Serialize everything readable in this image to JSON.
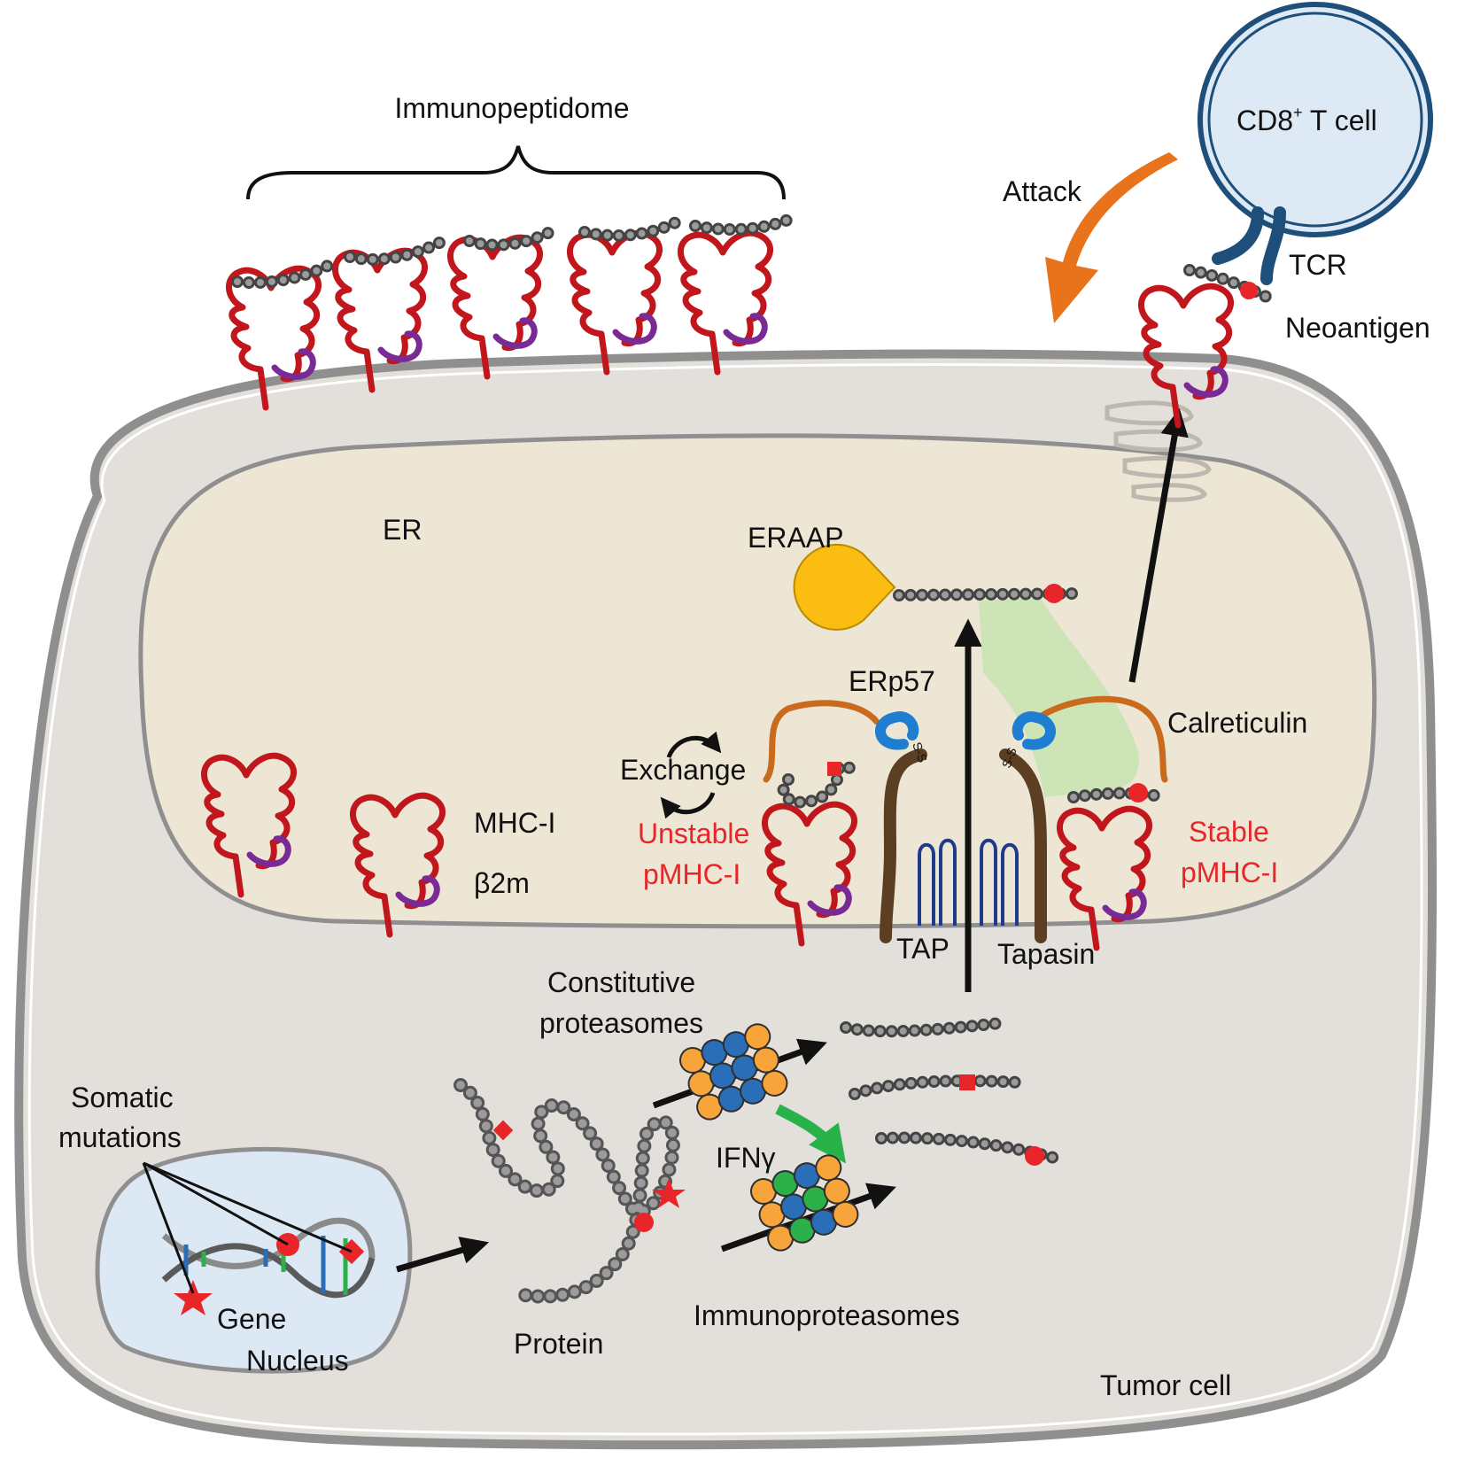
{
  "labels": {
    "immunopeptidome": "Immunopeptidome",
    "cd8_prefix": "CD8",
    "cd8_sup": "+",
    "cd8_suffix": " T cell",
    "attack": "Attack",
    "tcr": "TCR",
    "neoantigen": "Neoantigen",
    "er": "ER",
    "eraap": "ERAAP",
    "erp57": "ERp57",
    "calreticulin": "Calreticulin",
    "exchange": "Exchange",
    "unstable_1": "Unstable",
    "unstable_2": "pMHC-I",
    "stable_1": "Stable",
    "stable_2": "pMHC-I",
    "mhc_i": "MHC-I",
    "b2m": "β2m",
    "tap": "TAP",
    "tapasin": "Tapasin",
    "constitutive_1": "Constitutive",
    "constitutive_2": "proteasomes",
    "ifng": "IFNγ",
    "immunoproteasomes": "Immunoproteasomes",
    "somatic_1": "Somatic",
    "somatic_2": "mutations",
    "gene": "Gene",
    "nucleus": "Nucleus",
    "protein": "Protein",
    "tumor_cell": "Tumor cell",
    "ss": "S-S"
  },
  "colors": {
    "cell_fill": "#e3dfdb",
    "cell_stroke": "#8f8f8f",
    "er_fill": "#ede6d4",
    "nucleus_fill": "#dde8f5",
    "tcell_stroke": "#1e4f7a",
    "tcell_fill": "#dde9f5",
    "mhc": "#c0161c",
    "b2m": "#7a2a95",
    "mutation": "#e8262a",
    "eraap": "#fbbd12",
    "erp57": "#1f7ed1",
    "calreticulin": "#c96a1c",
    "tapasin": "#5c3f22",
    "tap": "#1f3a8a",
    "attack_arrow": "#e8731a",
    "ifng_arrow": "#2ab24a",
    "proteasome_orange": "#f7a43a",
    "proteasome_blue": "#2a6eb8",
    "proteasome_green": "#2bb04a",
    "calreticulin_zone": "#c5e3b0"
  }
}
